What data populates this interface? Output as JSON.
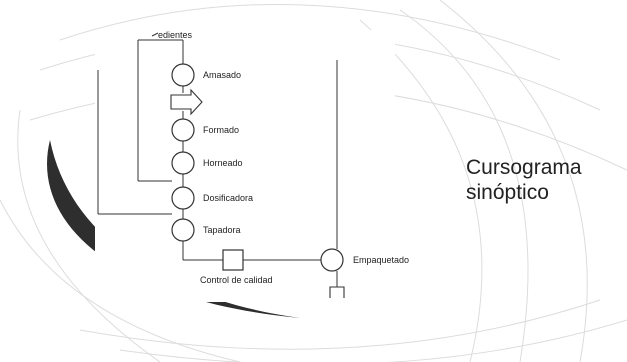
{
  "slide": {
    "title_line1": "Cursograma",
    "title_line2": "sinóptico"
  },
  "diagram": {
    "top_label": "edientes",
    "steps": [
      "Amasado",
      "Formado",
      "Horneado",
      "Dosificadora",
      "Tapadora"
    ],
    "inspection_label": "Control de calidad",
    "final_label": "Empaquetado"
  },
  "colors": {
    "swoosh": "#2e2e2e",
    "lines": "#333333",
    "background": "#ffffff"
  }
}
